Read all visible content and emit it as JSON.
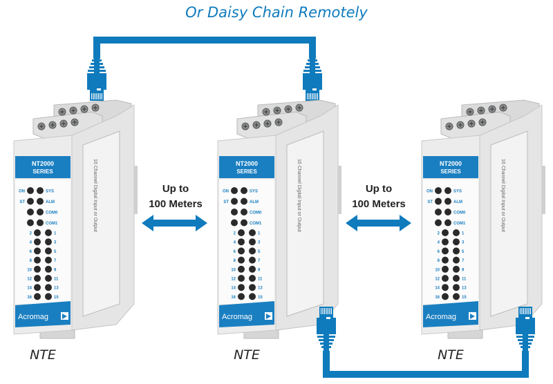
{
  "title": "Or Daisy Chain Remotely",
  "colors": {
    "accent": "#0f7bbd",
    "device_body": "#e6e7e6",
    "led": "#222222"
  },
  "distance_labels": [
    {
      "line1": "Up to",
      "line2": "100 Meters"
    },
    {
      "line1": "Up to",
      "line2": "100 Meters"
    }
  ],
  "device": {
    "model": "NT2000",
    "series": "SERIES",
    "brand": "Acromag",
    "side_text": "16 Channel Digital Input or Output",
    "status_leds": [
      {
        "left": "ON",
        "right": "SYS"
      },
      {
        "left": "ST",
        "right": "ALM"
      },
      {
        "left": "",
        "right": "COM0"
      },
      {
        "left": "",
        "right": "COM1"
      }
    ],
    "channel_leds": [
      {
        "left": "2",
        "right": "1"
      },
      {
        "left": "4",
        "right": "3"
      },
      {
        "left": "6",
        "right": "5"
      },
      {
        "left": "8",
        "right": "7"
      },
      {
        "left": "10",
        "right": "9"
      },
      {
        "left": "12",
        "right": "11"
      },
      {
        "left": "14",
        "right": "13"
      },
      {
        "left": "16",
        "right": "15"
      }
    ]
  },
  "devices": [
    {
      "label": "NTE"
    },
    {
      "label": "NTE"
    },
    {
      "label": "NTE"
    }
  ]
}
